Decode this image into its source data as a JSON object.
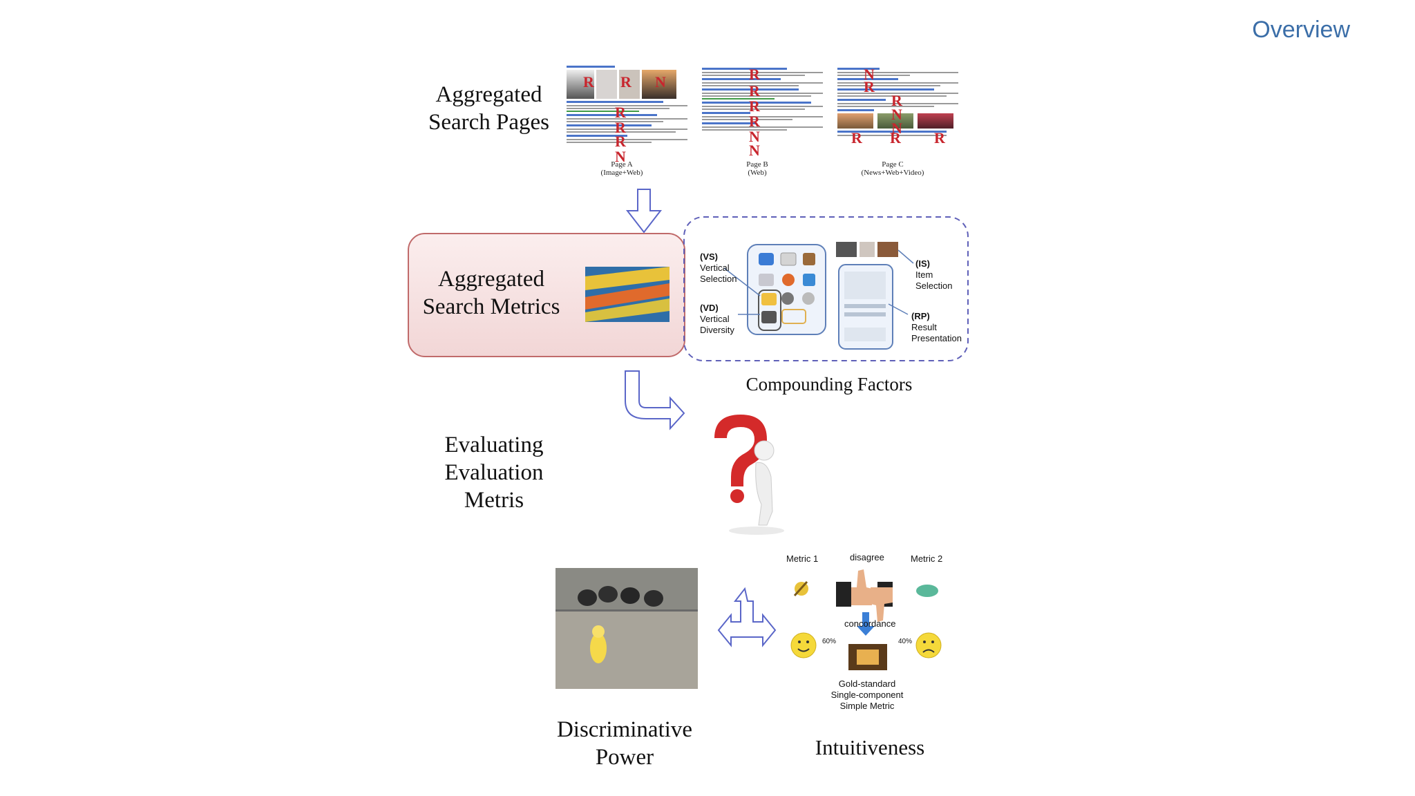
{
  "slide": {
    "title": "Overview"
  },
  "top_row": {
    "label_line1": "Aggregated",
    "label_line2": "Search Pages",
    "pages": [
      {
        "name": "Page A",
        "sub": "(Image+Web)"
      },
      {
        "name": "Page B",
        "sub": "(Web)"
      },
      {
        "name": "Page C",
        "sub": "(News+Web+Video)"
      }
    ]
  },
  "metrics_box": {
    "line1": "Aggregated",
    "line2": "Search Metrics"
  },
  "compounding": {
    "caption": "Compounding Factors",
    "vs": {
      "code": "(VS)",
      "l1": "Vertical",
      "l2": "Selection"
    },
    "vd": {
      "code": "(VD)",
      "l1": "Vertical",
      "l2": "Diversity"
    },
    "is": {
      "code": "(IS)",
      "l1": "Item",
      "l2": "Selection"
    },
    "rp": {
      "code": "(RP)",
      "l1": "Result",
      "l2": "Presentation"
    }
  },
  "evaluating": {
    "l1": "Evaluating",
    "l2": "Evaluation",
    "l3": "Metris"
  },
  "discriminative": {
    "l1": "Discriminative",
    "l2": "Power"
  },
  "intuitiveness": {
    "caption": "Intuitiveness",
    "metric1": "Metric 1",
    "metric2": "Metric 2",
    "disagree": "disagree",
    "concordance": "concordance",
    "pct_left": "60%",
    "pct_right": "40%",
    "gold_l1": "Gold-standard",
    "gold_l2": "Single-component",
    "gold_l3": "Simple Metric"
  },
  "colors": {
    "title_blue": "#3b6ea8",
    "box_fill": "#f7e4e4",
    "box_border": "#c06a6a",
    "dashed": "#5e5fb8",
    "arrow": "#5a66c8"
  }
}
